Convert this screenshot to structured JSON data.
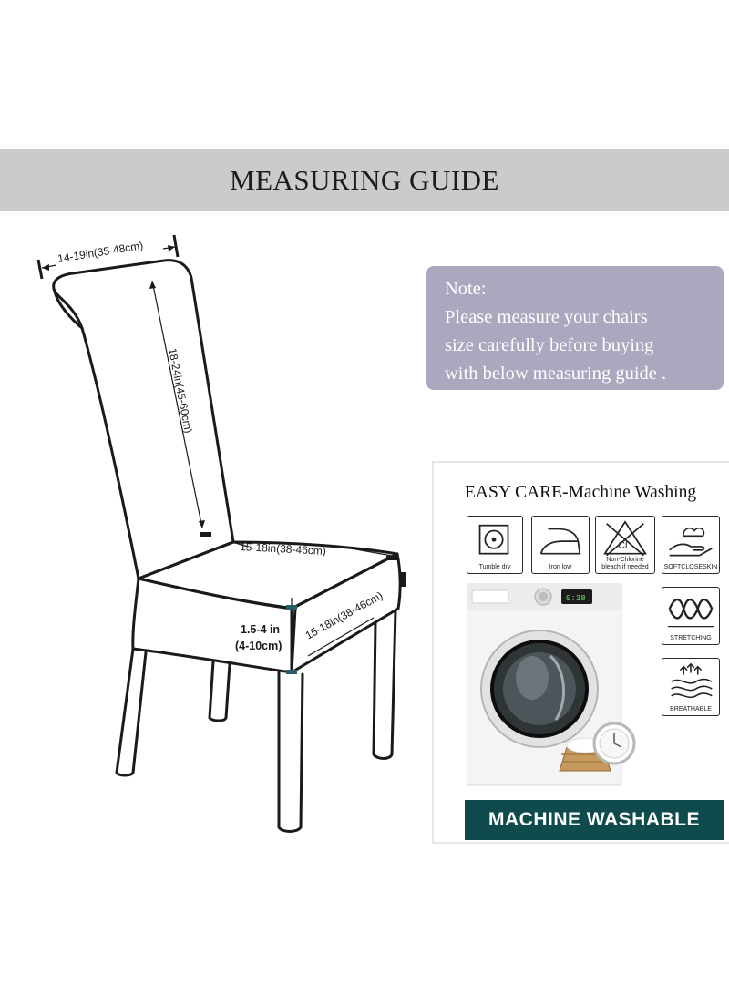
{
  "banner": {
    "title": "MEASURING GUIDE"
  },
  "note": {
    "lines": [
      "Note:",
      "Please measure your chairs",
      "size carefully before buying",
      "with below measuring guide ."
    ]
  },
  "chair_dimensions": {
    "top_width": "14-19in(35-48cm)",
    "back_height": "18-24in(45-60cm)",
    "seat_width": "15-18in(38-46cm)",
    "seat_depth": "15-18in(38-46cm)",
    "seat_thickness_in": "1.5-4 in",
    "seat_thickness_cm": "(4-10cm)"
  },
  "care": {
    "title": "EASY CARE-Machine Washing",
    "icons": [
      {
        "name": "tumble-dry-icon",
        "label": "Tumble dry"
      },
      {
        "name": "iron-low-icon",
        "label": "Iron low"
      },
      {
        "name": "non-chlorine-bleach-icon",
        "label_line1": "Non-Chlorine",
        "label_line2": "bleach if needed",
        "symbol": "CL"
      },
      {
        "name": "soft-close-skin-icon",
        "label": "SOFTCLOSESKIN"
      },
      {
        "name": "stretching-icon",
        "label": "STRETCHING"
      },
      {
        "name": "breathable-icon",
        "label": "BREATHABLE"
      }
    ],
    "banner": "MACHINE WASHABLE"
  },
  "colors": {
    "banner_bg": "#cbcbcb",
    "note_bg": "#a9a8bf",
    "washable_bg": "#0f4b4c",
    "chair_line": "#1a1a1a"
  }
}
